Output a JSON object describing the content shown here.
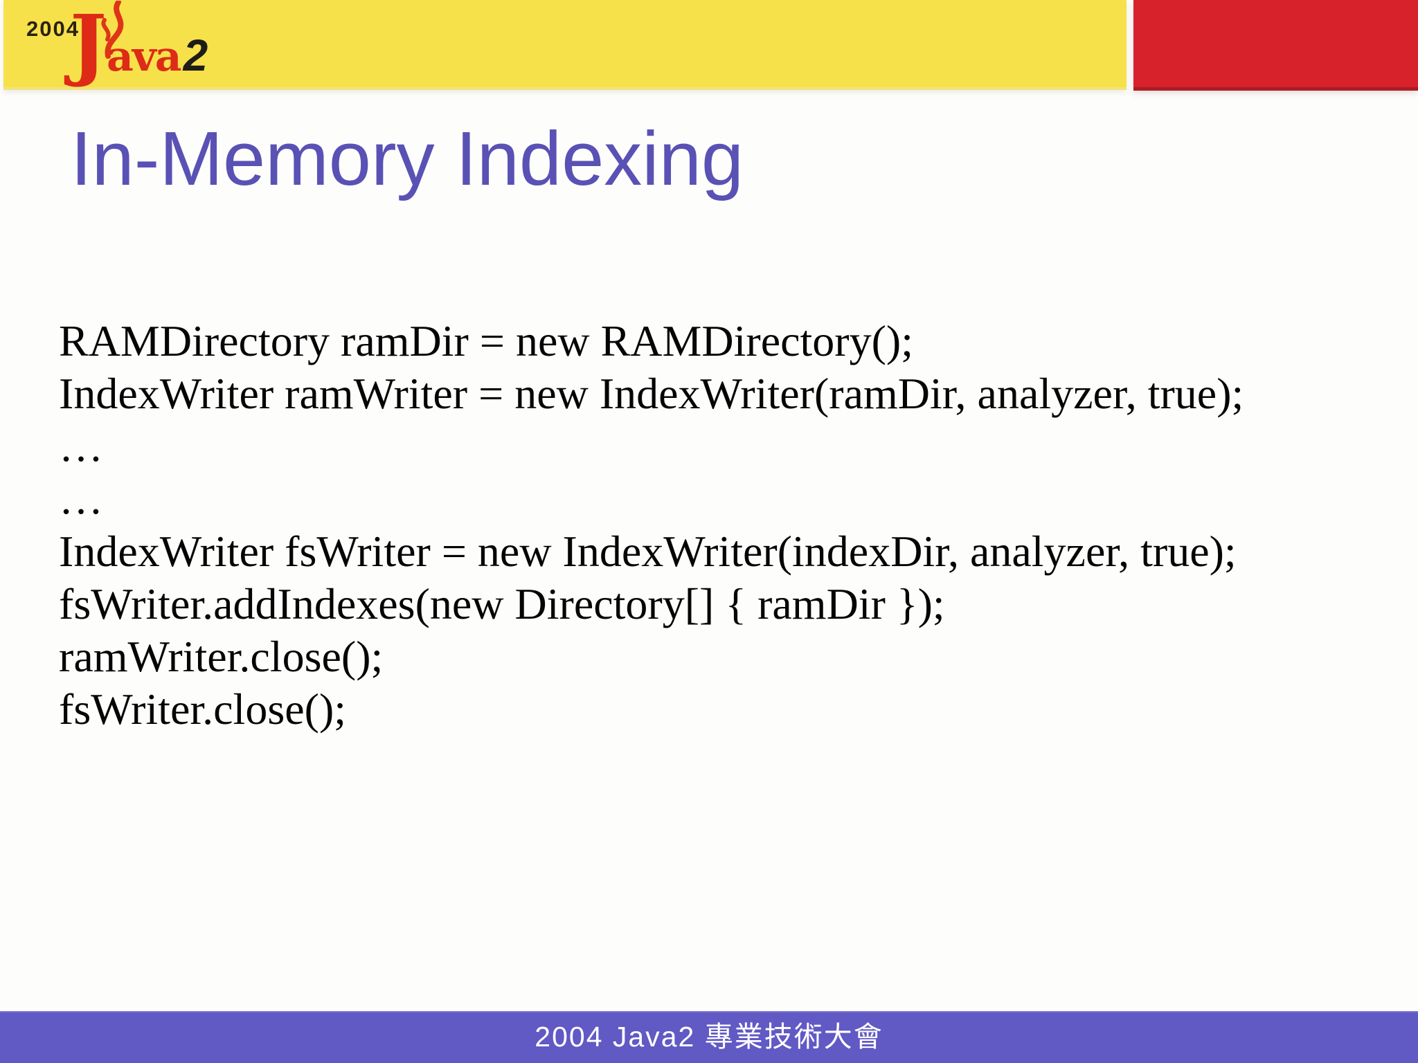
{
  "slide": {
    "title": "In-Memory Indexing"
  },
  "header": {
    "logo_year": "2004",
    "logo_java": "Java",
    "logo_two": "2"
  },
  "code_lines": [
    "RAMDirectory ramDir = new RAMDirectory();",
    "IndexWriter ramWriter = new IndexWriter(ramDir, analyzer, true);",
    "…",
    "…",
    "IndexWriter fsWriter = new IndexWriter(indexDir, analyzer, true);",
    "fsWriter.addIndexes(new Directory[] { ramDir });",
    "ramWriter.close();",
    "fsWriter.close();"
  ],
  "footer": {
    "text": "2004 Java2 專業技術大會"
  },
  "colors": {
    "header_yellow": "#f7e14a",
    "header_red": "#d7222b",
    "title_purple": "#5a51b5",
    "footer_purple": "#6159c4",
    "logo_red": "#dd2b17",
    "logo_black": "#1d1c18",
    "code_black": "#050505"
  }
}
